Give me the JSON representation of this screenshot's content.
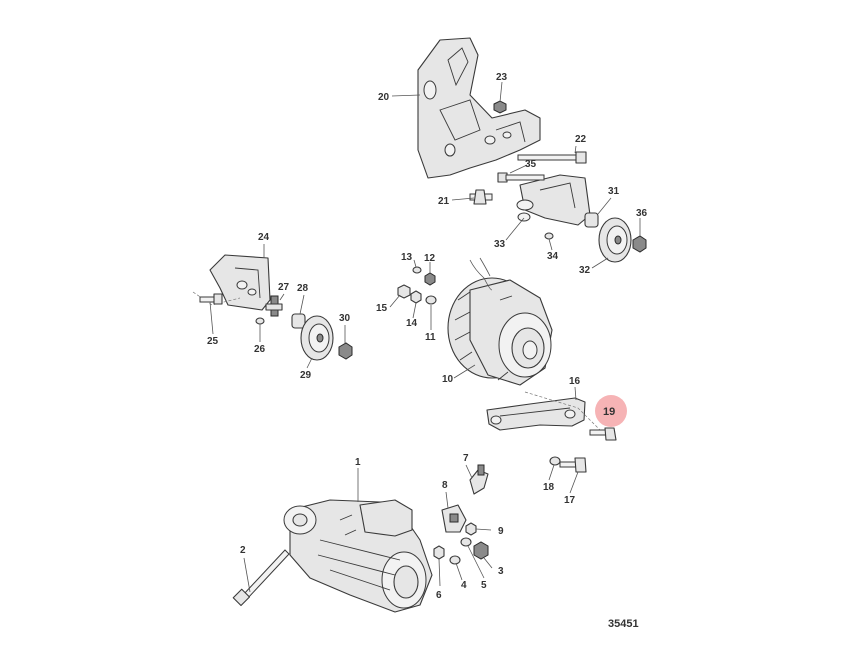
{
  "callouts": {
    "c1": "1",
    "c2": "2",
    "c3": "3",
    "c4": "4",
    "c5": "5",
    "c6": "6",
    "c7": "7",
    "c8": "8",
    "c9": "9",
    "c10": "10",
    "c11": "11",
    "c12": "12",
    "c13": "13",
    "c14": "14",
    "c15": "15",
    "c16": "16",
    "c17": "17",
    "c18": "18",
    "c19": "19",
    "c20": "20",
    "c21": "21",
    "c22": "22",
    "c23": "23",
    "c24": "24",
    "c25": "25",
    "c26": "26",
    "c27": "27",
    "c28": "28",
    "c29": "29",
    "c30": "30",
    "c31": "31",
    "c32": "32",
    "c33": "33",
    "c34": "34",
    "c35": "35",
    "c36": "36"
  },
  "highlighted_callout": "19",
  "highlight_color": "#f6b3b5",
  "diagram_number": "35451"
}
